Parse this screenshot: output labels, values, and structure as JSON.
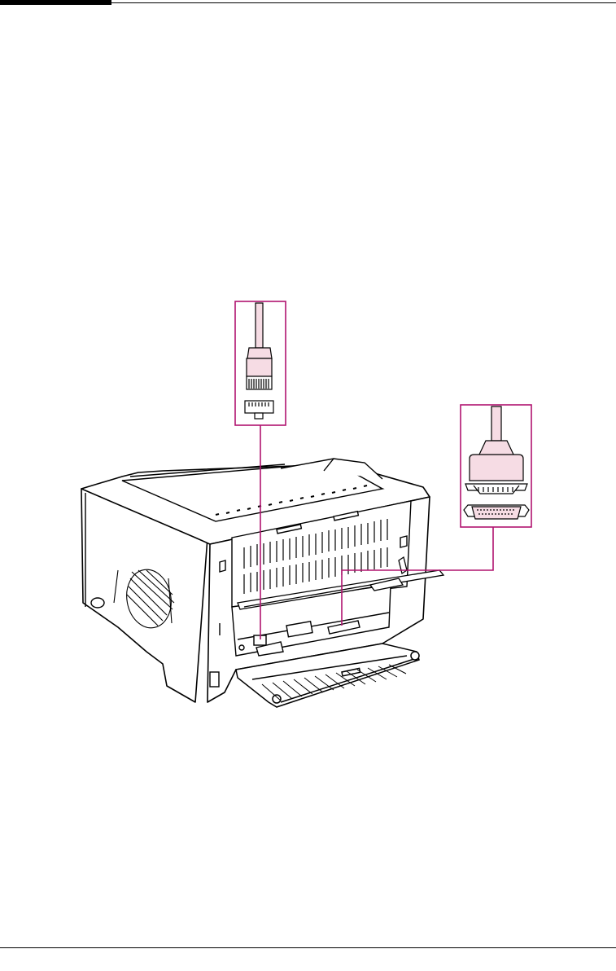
{
  "document": {
    "figure": {
      "subject": "printer-rear-view-with-network-and-parallel-cables",
      "callouts": [
        {
          "name": "network-rj45-connector",
          "icon": "rj45-connector-icon"
        },
        {
          "name": "parallel-ieee1284-connector",
          "icon": "parallel-connector-icon"
        }
      ]
    },
    "colors": {
      "callout": "#b0136f",
      "cable_fill": "#f6dce4",
      "line": "#000000",
      "background": "#ffffff"
    }
  }
}
